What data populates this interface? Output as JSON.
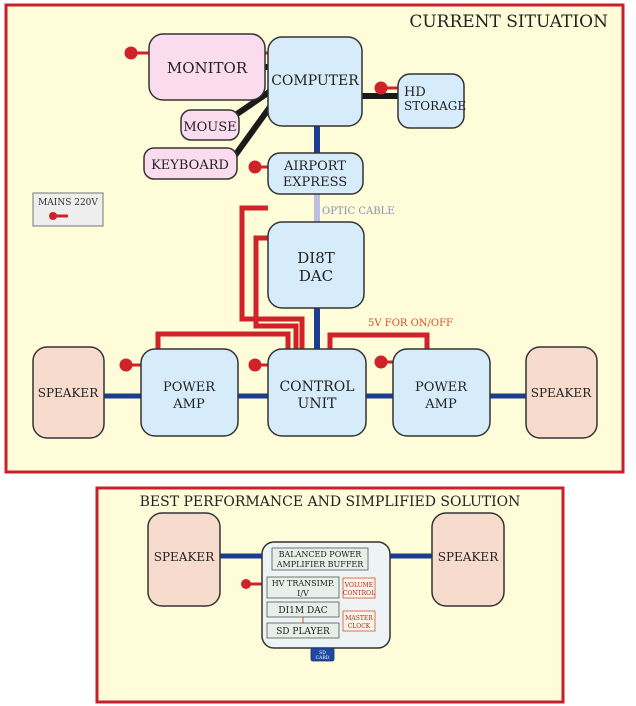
{
  "colors": {
    "panel_bg": "#fefcd9",
    "panel_border": "#c8202a",
    "blue_box": "#d6ecfb",
    "pink_box": "#fbdcef",
    "speaker_box": "#f7dccd",
    "blue_line": "#1d3d8f",
    "red_line": "#cf2229",
    "black_line": "#1a1a1a",
    "optic_line": "#bcbfe0"
  },
  "top_panel": {
    "title": "CURRENT SITUATION",
    "monitor": "MONITOR",
    "computer": "COMPUTER",
    "mouse": "MOUSE",
    "keyboard": "KEYBOARD",
    "hd_storage": [
      "HD",
      "STORAGE"
    ],
    "airport": [
      "AIRPORT",
      "EXPRESS"
    ],
    "optic_cable": "OPTIC CABLE",
    "mains": "MAINS 220V",
    "dac": [
      "DI8T",
      "DAC"
    ],
    "five_v": "5V FOR ON/OFF",
    "speaker_left": "SPEAKER",
    "speaker_right": "SPEAKER",
    "power_amp_left": [
      "POWER",
      "AMP"
    ],
    "power_amp_right": [
      "POWER",
      "AMP"
    ],
    "control_unit": [
      "CONTROL",
      "UNIT"
    ]
  },
  "bottom_panel": {
    "title": "BEST PERFORMANCE AND SIMPLIFIED SOLUTION",
    "speaker_left": "SPEAKER",
    "speaker_right": "SPEAKER",
    "buffer": [
      "BALANCED POWER",
      "AMPLIFIER BUFFER"
    ],
    "hv": [
      "HV TRANSIMP.",
      "I/V"
    ],
    "volume": [
      "VOLUME",
      "CONTROL"
    ],
    "di1m": "DI1M DAC",
    "master_clock": [
      "MASTER",
      "CLOCK"
    ],
    "sd_player": "SD PLAYER",
    "sd_card": [
      "SD",
      "CARD"
    ]
  }
}
